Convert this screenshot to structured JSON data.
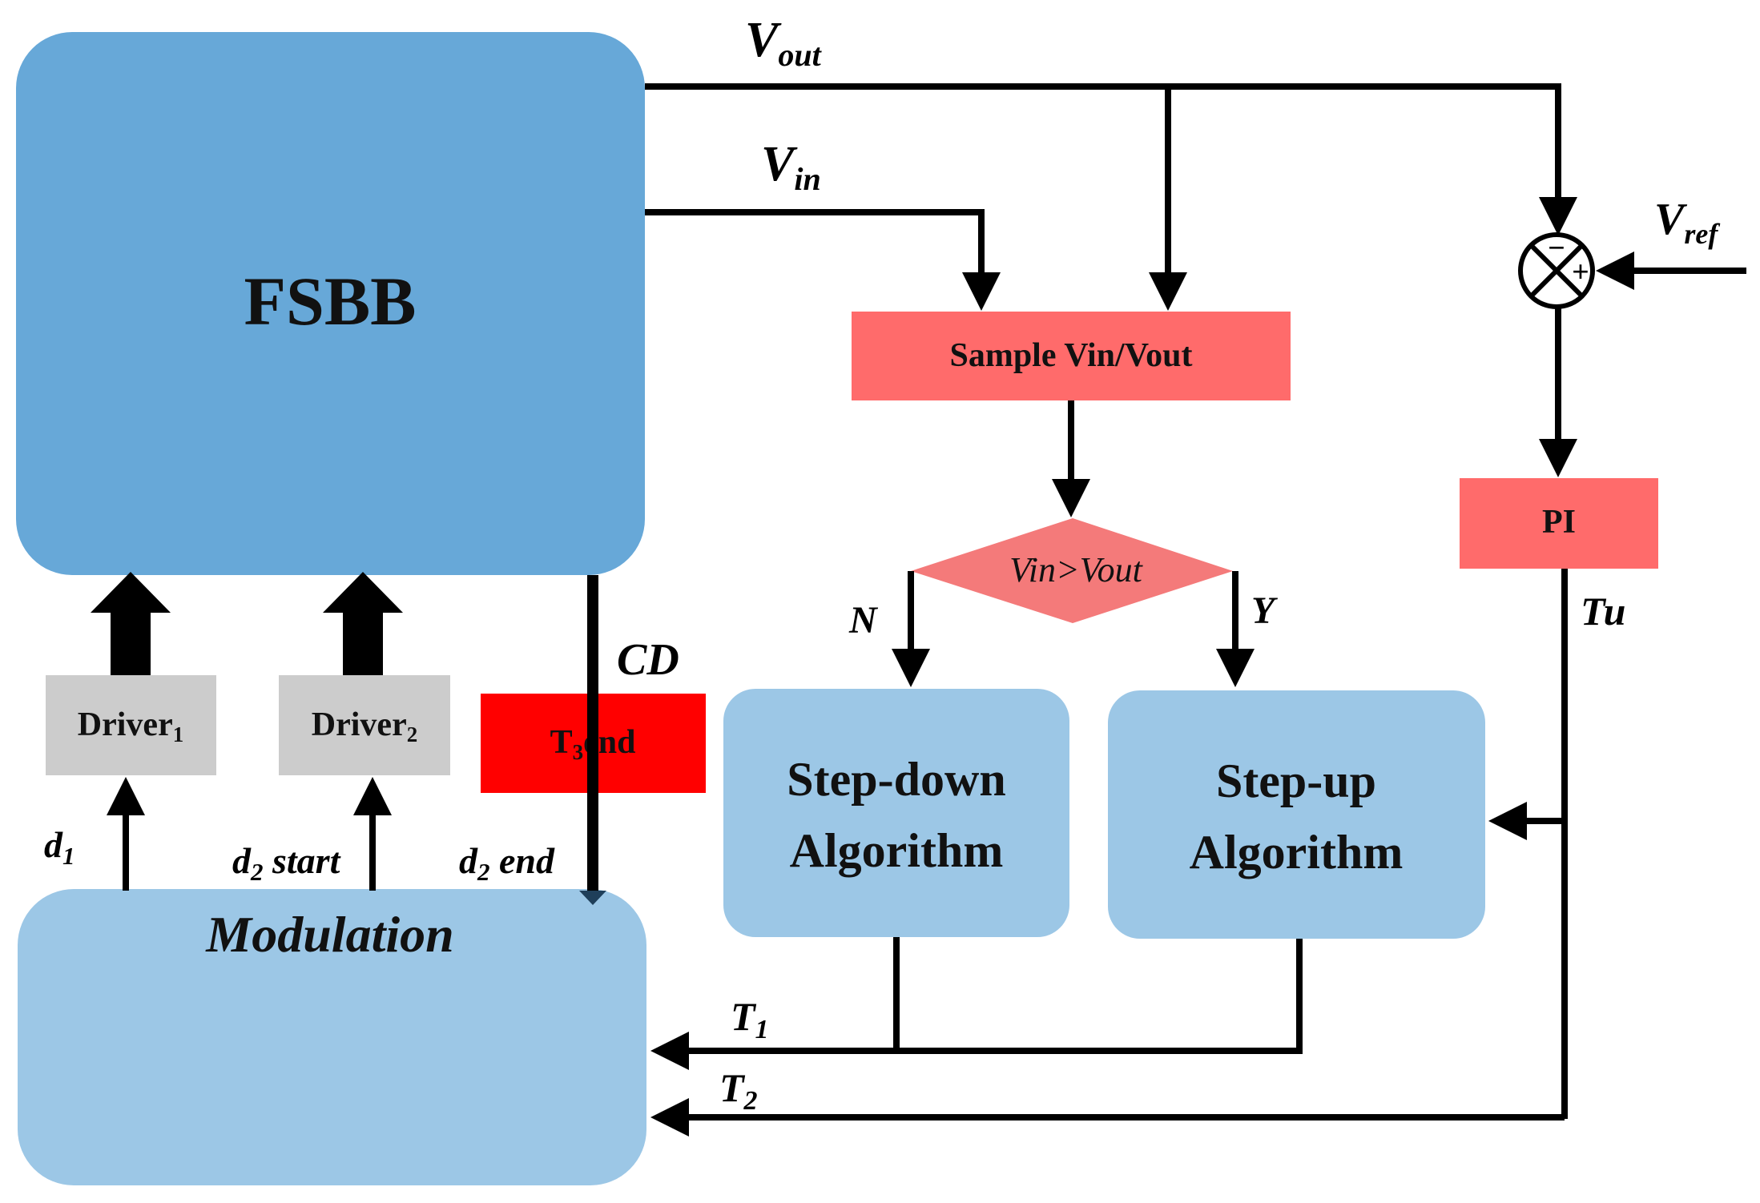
{
  "colors": {
    "fsbb": "#67a8d8",
    "modulation": "#9cc7e6",
    "algorithm": "#9cc7e6",
    "sample": "#ff6b6b",
    "pi": "#ff6b6b",
    "t3end": "#ff0000",
    "decision": "#f47a7a",
    "driver": "#cccccc",
    "line": "#000000"
  },
  "blocks": {
    "fsbb": "FSBB",
    "modulation": "Modulation",
    "sample": "Sample Vin/Vout",
    "decision": "Vin>Vout",
    "pi": "PI",
    "stepdown_line1": "Step-down",
    "stepdown_line2": "Algorithm",
    "stepup_line1": "Step-up",
    "stepup_line2": "Algorithm",
    "driver1": {
      "main": "Driver",
      "sub": "1"
    },
    "driver2": {
      "main": "Driver",
      "sub": "2"
    },
    "t3end": {
      "pre": "T",
      "sub": "3",
      "post": "end"
    }
  },
  "signals": {
    "vout": {
      "main": "V",
      "sub": "out"
    },
    "vin": {
      "main": "V",
      "sub": "in"
    },
    "vref": {
      "main": "V",
      "sub": "ref"
    },
    "tu": "Tu",
    "cd": "CD",
    "no": "N",
    "yes": "Y",
    "t1": {
      "main": "T",
      "sub": "1"
    },
    "t2": {
      "main": "T",
      "sub": "2"
    },
    "d1": {
      "main": "d",
      "sub": "1"
    },
    "d2start": {
      "main": "d",
      "sub": "2",
      "post": " start"
    },
    "d2end": {
      "main": "d",
      "sub": "2",
      "post": " end"
    }
  },
  "summing_junction": {
    "minus": "−",
    "plus": "+"
  }
}
